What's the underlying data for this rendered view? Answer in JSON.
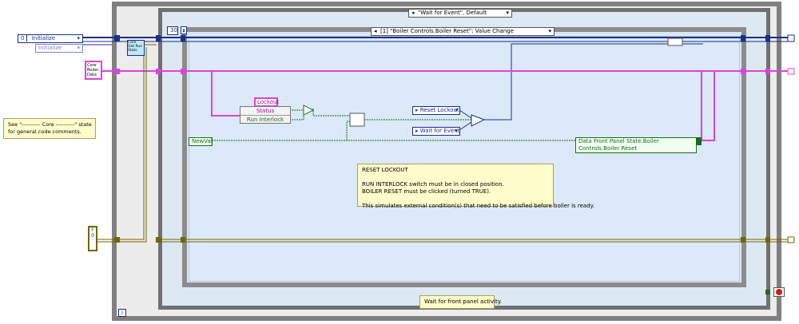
{
  "event_case_selector": "\"Wait for Event\", Default",
  "event_structure_selector": "[1] \"Boiler Controls.Boiler Reset\": Value Change",
  "timeout_value": "30",
  "initialize_enum_1": "Initialize",
  "initialize_enum_2": "Initialize",
  "left_constant": "0",
  "core_cluster_label": "Core\nBoiler\nData",
  "core_subvi_label": "Core\nGet Run\nStats",
  "comment_left": "See \"---------- Core ----------\" state\nfor general code comments.",
  "lockout_label": "Lockout",
  "status_label": "Status",
  "run_interlock_label": "Run Interlock",
  "reset_lockout_enum": "Reset Lockout",
  "wait_for_event_enum": "Wait for Event",
  "newval_label": "NewVal",
  "property_node_label": "Data Front Panel State.Boiler Controls.Boiler Reset",
  "note_text": "RESET LOCKOUT\n\nRUN INTERLOCK switch must be in closed position.\nBOILER RESET must be clicked (turned TRUE).\n\nThis simulates external condition(s) that need to be satisfied before boiler is ready.",
  "bottom_caption": "Wait for front panel activity.",
  "loop_iteration_label": "i",
  "bool_constant_label": "F",
  "bool_constant_value": "0",
  "colors": {
    "enum_blue": "#1b2f8a",
    "cluster_pink": "#e040e0",
    "wire_yellow": "#6a6a00",
    "wire_green": "#1c6b1c"
  }
}
